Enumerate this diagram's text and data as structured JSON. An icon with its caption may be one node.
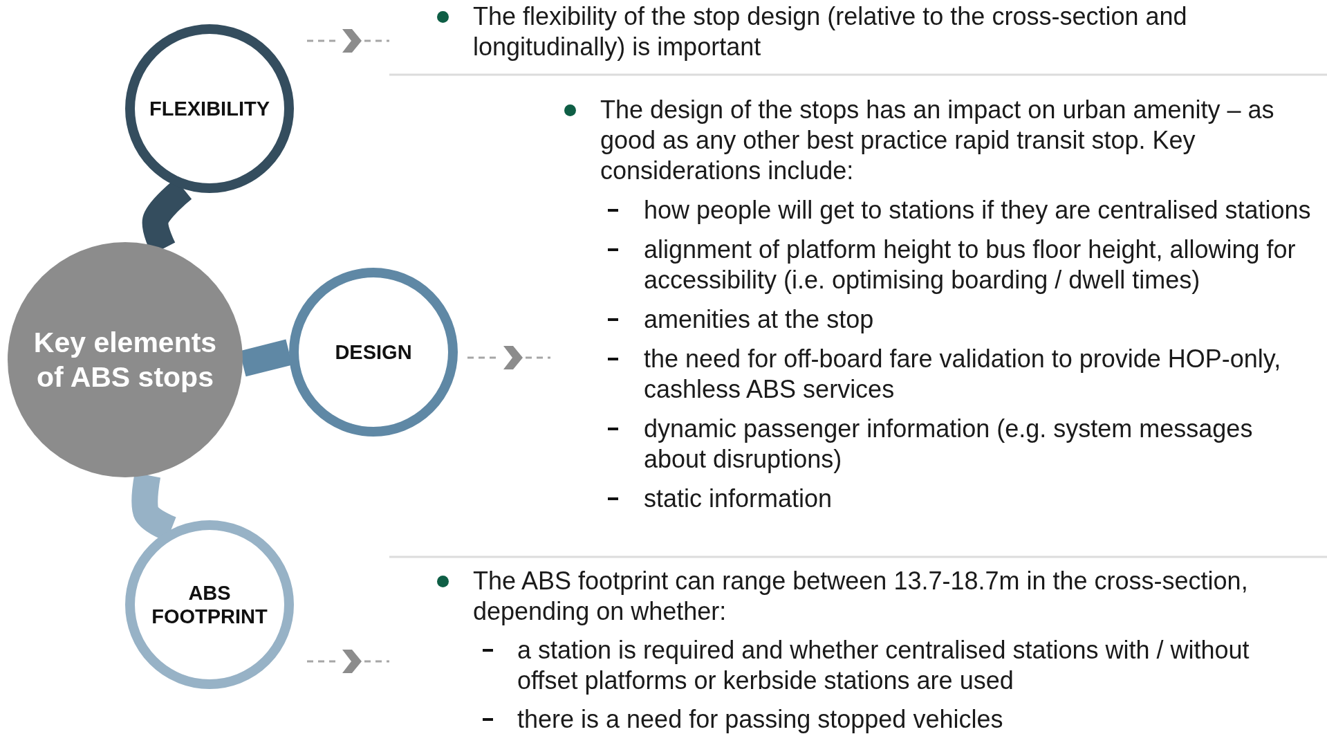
{
  "diagram": {
    "nodes": [
      {
        "text": [
          "Key elements of ABS stops"
        ]
      },
      {
        "text": [
          "FLEXIBILITY"
        ]
      },
      {
        "text": [
          "DESIGN"
        ]
      },
      {
        "text": [
          "ABS FOOTPRINT"
        ]
      },
      {
        "text": [
          "The flexibility of the stop design (relative to the cross-section and longitudinally) is important"
        ]
      },
      {
        "text": [
          "The design of the stops has an impact on urban amenity – as good as any other best practice rapid transit stop. Key considerations include:",
          "how people will get to stations if they are centralised stations",
          "alignment of platform height to bus floor height, allowing for accessibility (i.e. optimising boarding / dwell times)",
          "amenities at the stop",
          "the need for off-board fare validation to provide HOP-only, cashless ABS services",
          "dynamic passenger information (e.g. system messages about disruptions)",
          "static information"
        ]
      },
      {
        "text": [
          "The ABS footprint can range between 13.7-18.7m in the cross-section, depending on whether:",
          "a station is required and whether centralised stations with / without offset platforms or kerbside stations are used",
          "there is a need for passing stopped vehicles"
        ]
      }
    ],
    "edges": [
      {
        "from": 0,
        "to": 1,
        "arrow": "none",
        "style": "thick",
        "color": "#344d5e"
      },
      {
        "from": 0,
        "to": 2,
        "arrow": "none",
        "style": "thick",
        "color": "#5f88a5"
      },
      {
        "from": 0,
        "to": 3,
        "arrow": "none",
        "style": "thick",
        "color": "#97b2c6"
      },
      {
        "from": 1,
        "to": 4,
        "arrow": "to",
        "style": "dashed"
      },
      {
        "from": 2,
        "to": 5,
        "arrow": "to",
        "style": "dashed"
      },
      {
        "from": 3,
        "to": 6,
        "arrow": "to",
        "style": "dashed"
      }
    ]
  }
}
